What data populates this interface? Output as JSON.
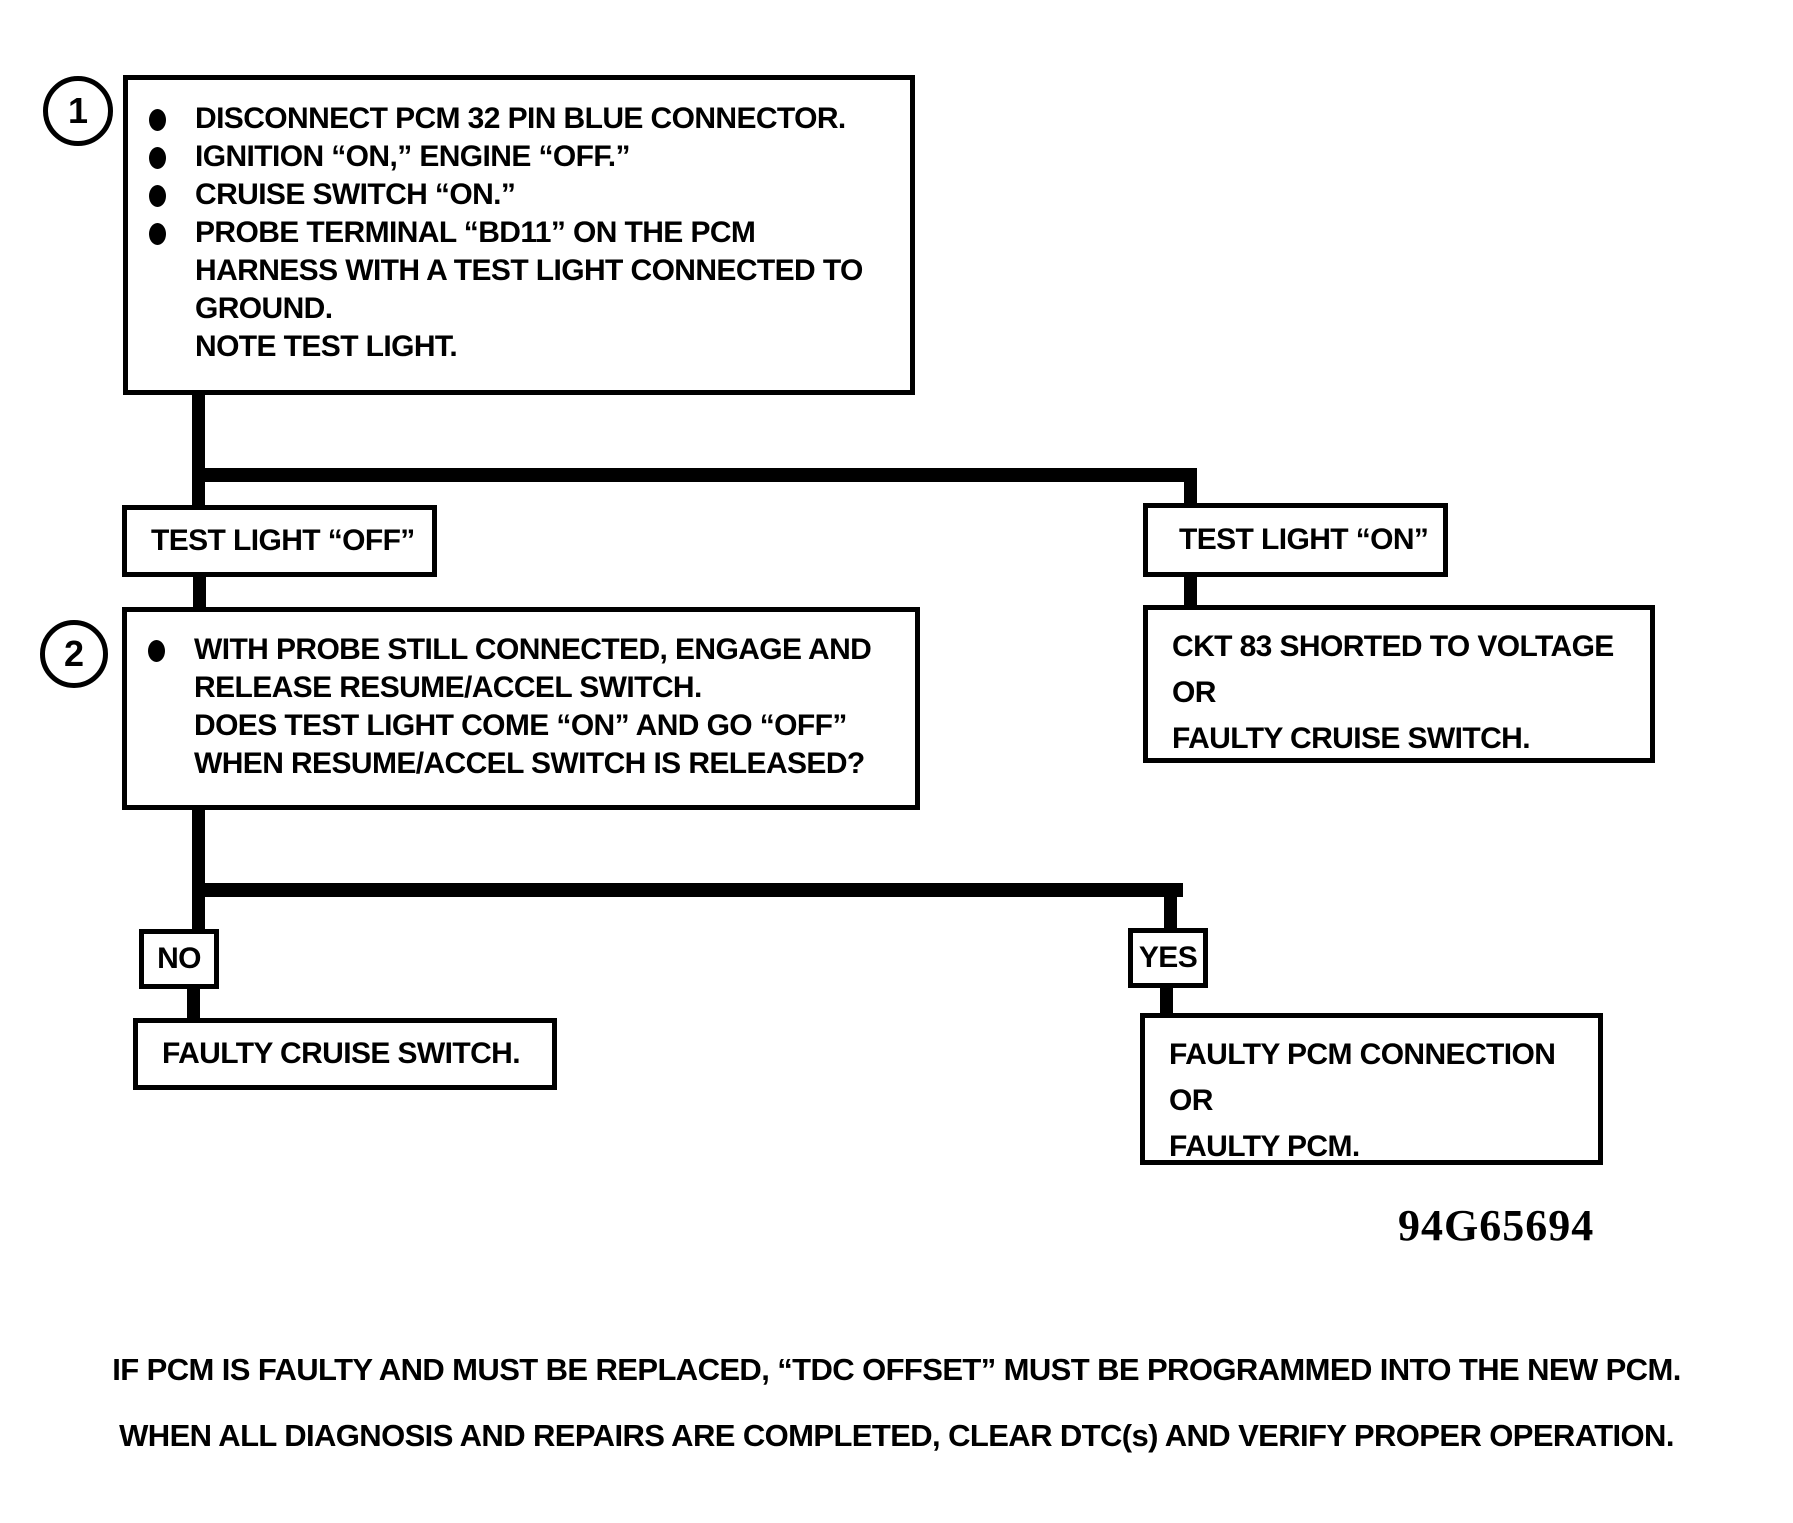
{
  "flowchart": {
    "step1": {
      "badge": "1",
      "bullets": [
        "DISCONNECT PCM 32 PIN BLUE CONNECTOR.",
        "IGNITION “ON,” ENGINE “OFF.”",
        "CRUISE SWITCH “ON.”",
        "PROBE TERMINAL “BD11” ON THE PCM\nHARNESS WITH A TEST LIGHT CONNECTED TO\nGROUND.\nNOTE TEST LIGHT."
      ]
    },
    "branch_test_light": {
      "off_label": "TEST LIGHT “OFF”",
      "on_label": "TEST LIGHT “ON”"
    },
    "result_ckt83": "CKT 83 SHORTED TO VOLTAGE\nOR\nFAULTY CRUISE SWITCH.",
    "step2": {
      "badge": "2",
      "bullets": [
        "WITH PROBE STILL CONNECTED, ENGAGE AND\nRELEASE RESUME/ACCEL SWITCH.\nDOES TEST LIGHT COME “ON” AND GO “OFF”\nWHEN RESUME/ACCEL SWITCH IS RELEASED?"
      ]
    },
    "branch_answer": {
      "no_label": "NO",
      "yes_label": "YES"
    },
    "result_no": "FAULTY CRUISE SWITCH.",
    "result_yes": "FAULTY PCM CONNECTION\nOR\nFAULTY PCM.",
    "figure_number": "94G65694",
    "footnotes": [
      "IF PCM IS FAULTY AND MUST BE REPLACED, “TDC OFFSET” MUST BE PROGRAMMED INTO THE NEW PCM.",
      "WHEN ALL DIAGNOSIS AND REPAIRS ARE COMPLETED, CLEAR DTC(s) AND VERIFY PROPER OPERATION."
    ],
    "colors": {
      "ink": "#000000",
      "paper": "#ffffff"
    }
  }
}
